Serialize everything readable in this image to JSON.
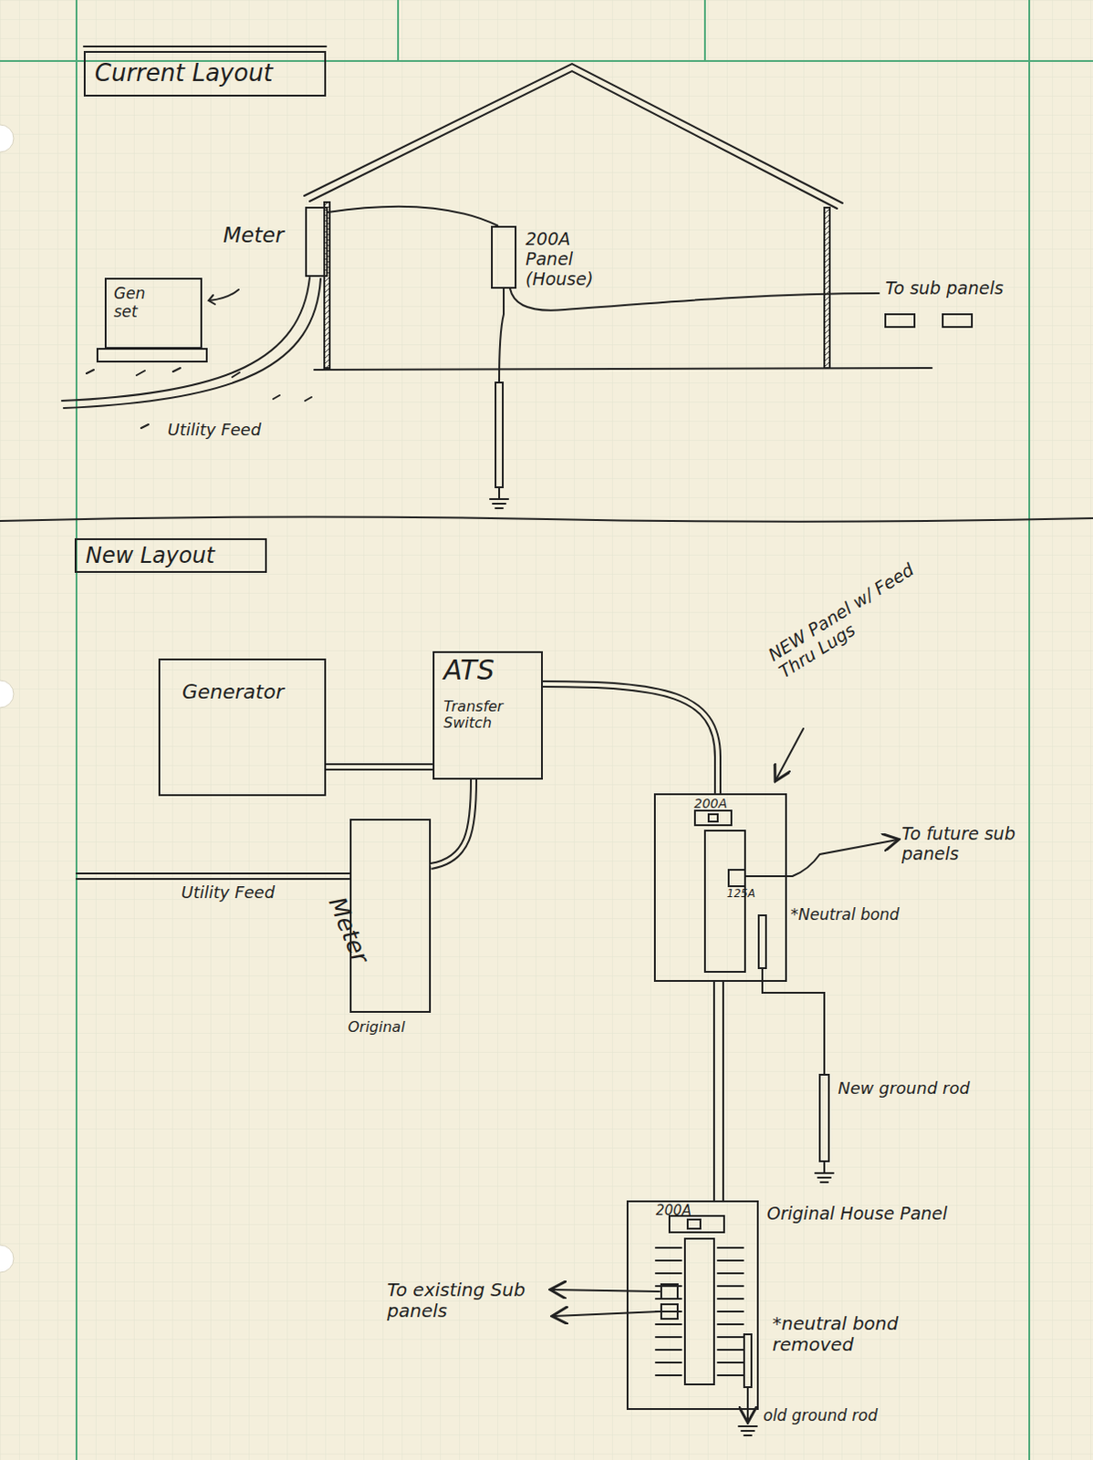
{
  "diagram": {
    "nodes": [
      {
        "text": [
          "Current Layout"
        ]
      },
      {
        "text": [
          "Gen set"
        ]
      },
      {
        "text": [
          "Meter"
        ]
      },
      {
        "text": [
          "200A Panel (House)"
        ]
      },
      {
        "text": [
          "New Layout"
        ]
      },
      {
        "text": [
          "Generator"
        ]
      },
      {
        "text": [
          "ATS",
          "Transfer Switch"
        ]
      },
      {
        "text": [
          "Meter",
          "Original"
        ]
      },
      {
        "text": [
          "200A",
          "125A"
        ]
      },
      {
        "text": [
          "200A",
          "Original House Panel"
        ]
      }
    ],
    "edges": [
      {
        "from": 2,
        "to": 3,
        "arrow": "none"
      },
      {
        "from": 5,
        "to": 6,
        "arrow": "none"
      },
      {
        "from": 6,
        "to": 7,
        "arrow": "none"
      },
      {
        "from": 6,
        "to": 8,
        "arrow": "none"
      },
      {
        "from": 8,
        "to": 9,
        "arrow": "none"
      }
    ],
    "labels": [
      "Utility Feed",
      "To sub panels",
      "Utility Feed",
      "NEW Panel w/ Feed Thru Lugs",
      "To future sub panels",
      "*Neutral bond",
      "New ground rod",
      "To existing Sub panels",
      "*neutral bond removed",
      "old ground rod"
    ]
  }
}
